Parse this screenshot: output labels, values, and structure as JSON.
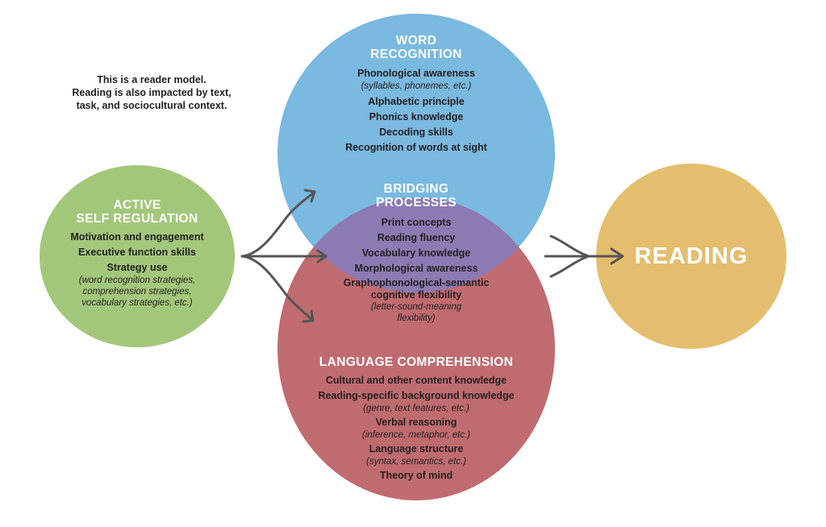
{
  "note": {
    "line1": "This is a reader model.",
    "line2": "Reading is also impacted by text,",
    "line3": "task, and sociocultural context."
  },
  "colors": {
    "word_recognition": "#7ab9e0",
    "language_comprehension": "#c06b6f",
    "bridging_processes": "#8c7ab3",
    "active_self_regulation": "#a3c77a",
    "reading": "#e4be6e",
    "arrows": "#555555"
  },
  "word_recognition": {
    "title_line1": "WORD",
    "title_line2": "RECOGNITION",
    "items": [
      {
        "label": "Phonological awareness",
        "detail": "(syllables, phonemes, etc.)"
      },
      {
        "label": "Alphabetic principle",
        "detail": ""
      },
      {
        "label": "Phonics knowledge",
        "detail": ""
      },
      {
        "label": "Decoding skills",
        "detail": ""
      },
      {
        "label": "Recognition of words at sight",
        "detail": ""
      }
    ]
  },
  "bridging_processes": {
    "title_line1": "BRIDGING",
    "title_line2": "PROCESSES",
    "items": [
      {
        "label": "Print concepts",
        "detail": ""
      },
      {
        "label": "Reading fluency",
        "detail": ""
      },
      {
        "label": "Vocabulary knowledge",
        "detail": ""
      },
      {
        "label": "Morphological awareness",
        "detail": ""
      },
      {
        "label": "Graphophonological-semantic cognitive flexibility",
        "detail": "(letter-sound-meaning flexibility)"
      }
    ]
  },
  "language_comprehension": {
    "title": "LANGUAGE COMPREHENSION",
    "items": [
      {
        "label": "Cultural and other content knowledge",
        "detail": ""
      },
      {
        "label": "Reading-specific background knowledge",
        "detail": "(genre, text features, etc.)"
      },
      {
        "label": "Verbal reasoning",
        "detail": "(inference, metaphor, etc.)"
      },
      {
        "label": "Language structure",
        "detail": "(syntax, semantics, etc.)"
      },
      {
        "label": "Theory of mind",
        "detail": ""
      }
    ]
  },
  "active_self_regulation": {
    "title_line1": "ACTIVE",
    "title_line2": "SELF REGULATION",
    "items": [
      {
        "label": "Motivation and engagement",
        "detail": ""
      },
      {
        "label": "Executive function skills",
        "detail": ""
      },
      {
        "label": "Strategy use",
        "detail": "(word recognition strategies, comprehension strategies, vocabulary strategies, etc.)"
      }
    ]
  },
  "reading": {
    "label": "READING"
  }
}
